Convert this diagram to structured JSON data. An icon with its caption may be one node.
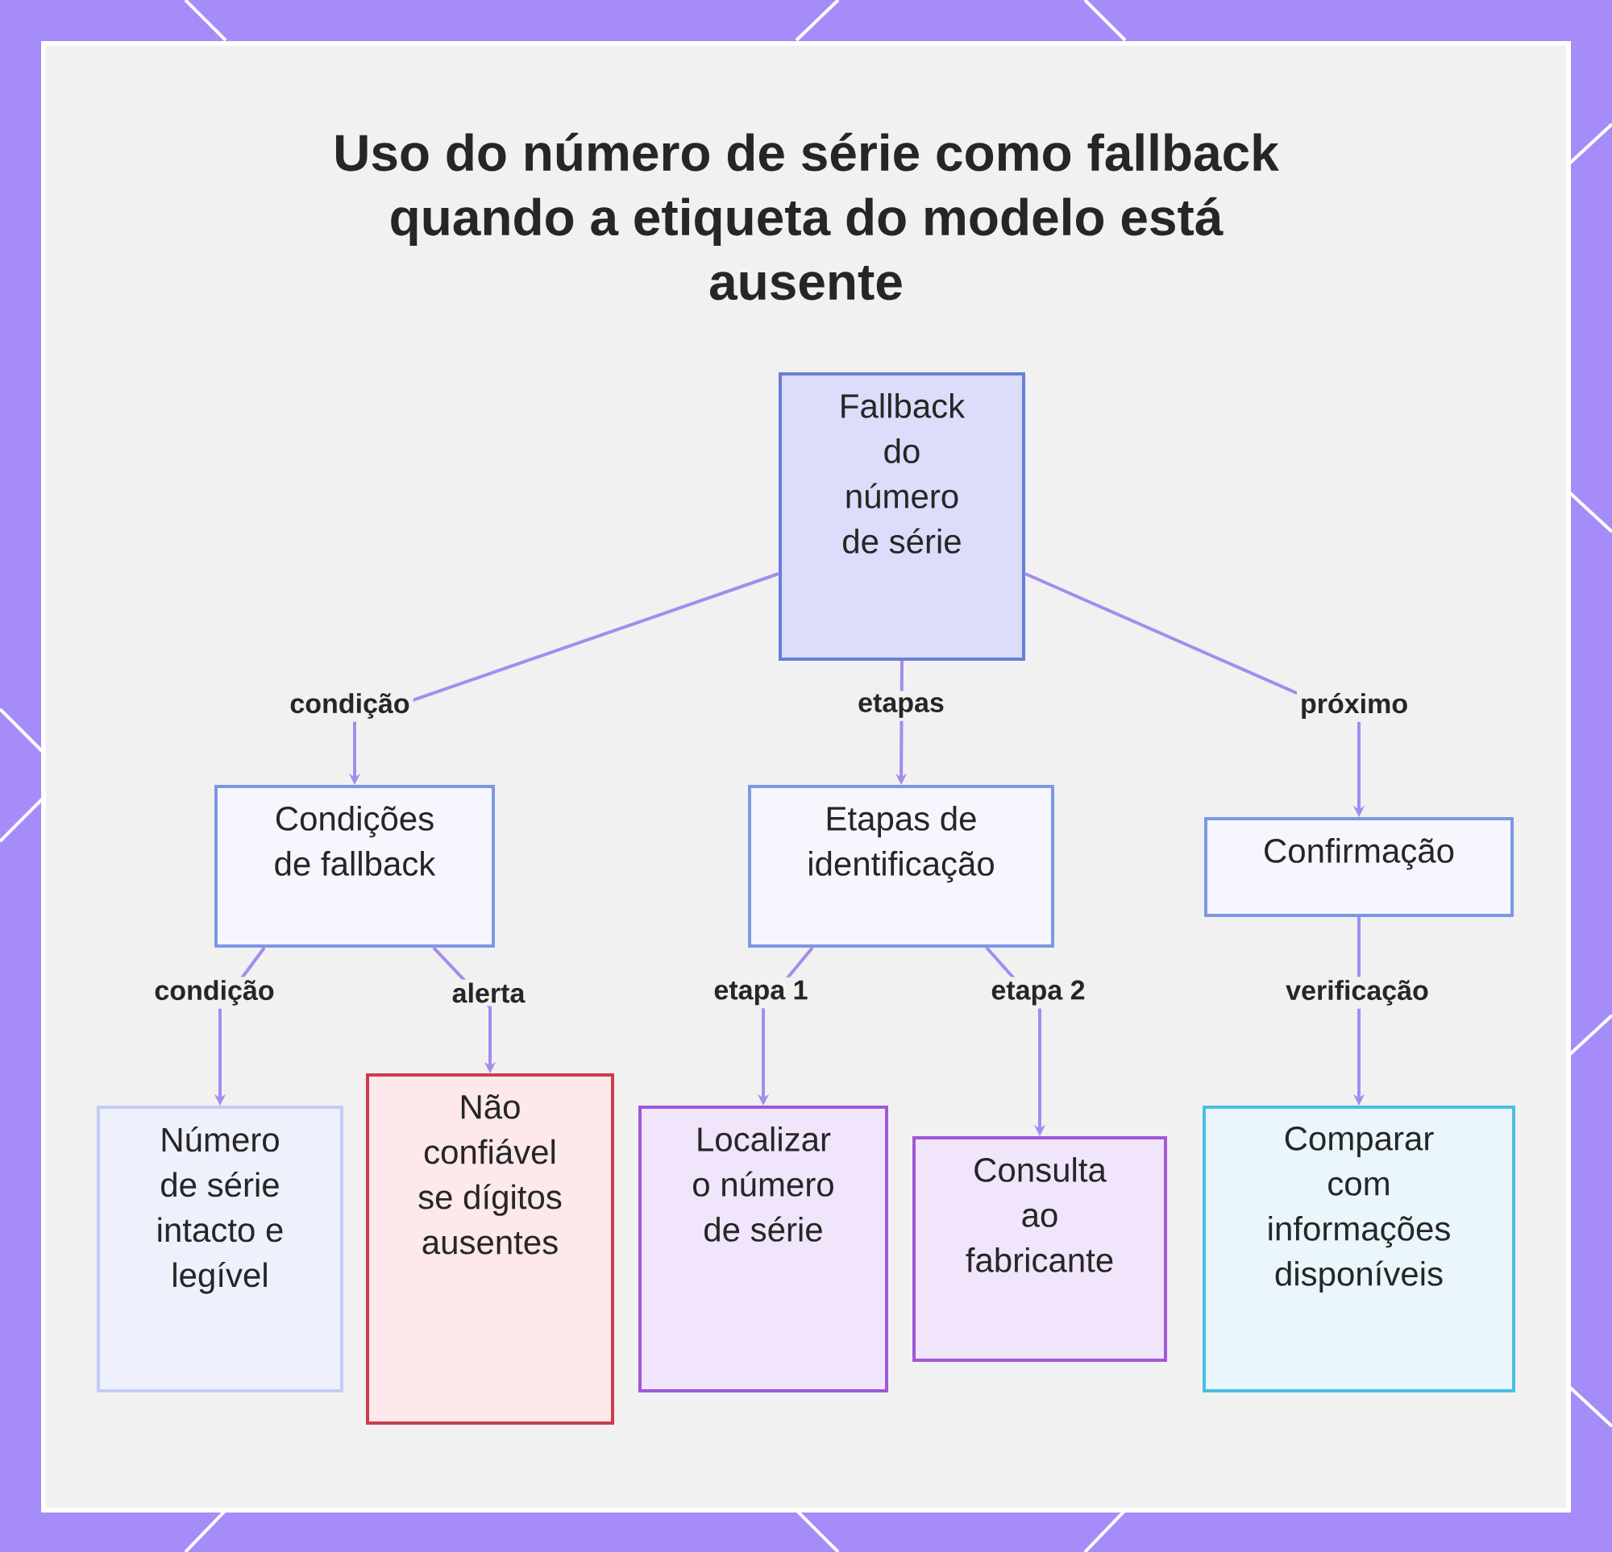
{
  "diagram": {
    "title": "Uso do número de série como fallback quando a etiqueta do modelo está ausente",
    "nodes": [
      {
        "text": [
          "Fallback do número de série"
        ]
      },
      {
        "text": [
          "Condições de fallback"
        ]
      },
      {
        "text": [
          "Etapas de identificação"
        ]
      },
      {
        "text": [
          "Confirmação"
        ]
      },
      {
        "text": [
          "Número de série intacto e legível"
        ]
      },
      {
        "text": [
          "Não confiável se dígitos ausentes"
        ]
      },
      {
        "text": [
          "Localizar o número de série"
        ]
      },
      {
        "text": [
          "Consulta ao fabricante"
        ]
      },
      {
        "text": [
          "Comparar com informações disponíveis"
        ]
      }
    ],
    "edges": [
      {
        "from": 0,
        "to": 1,
        "arrow": "to",
        "label": "condição"
      },
      {
        "from": 0,
        "to": 2,
        "arrow": "to",
        "label": "etapas"
      },
      {
        "from": 0,
        "to": 3,
        "arrow": "to",
        "label": "próximo"
      },
      {
        "from": 1,
        "to": 4,
        "arrow": "to",
        "label": "condição"
      },
      {
        "from": 1,
        "to": 5,
        "arrow": "to",
        "label": "alerta"
      },
      {
        "from": 2,
        "to": 6,
        "arrow": "to",
        "label": "etapa 1"
      },
      {
        "from": 2,
        "to": 7,
        "arrow": "to",
        "label": "etapa 2"
      },
      {
        "from": 3,
        "to": 8,
        "arrow": "to",
        "label": "verificação"
      }
    ]
  }
}
